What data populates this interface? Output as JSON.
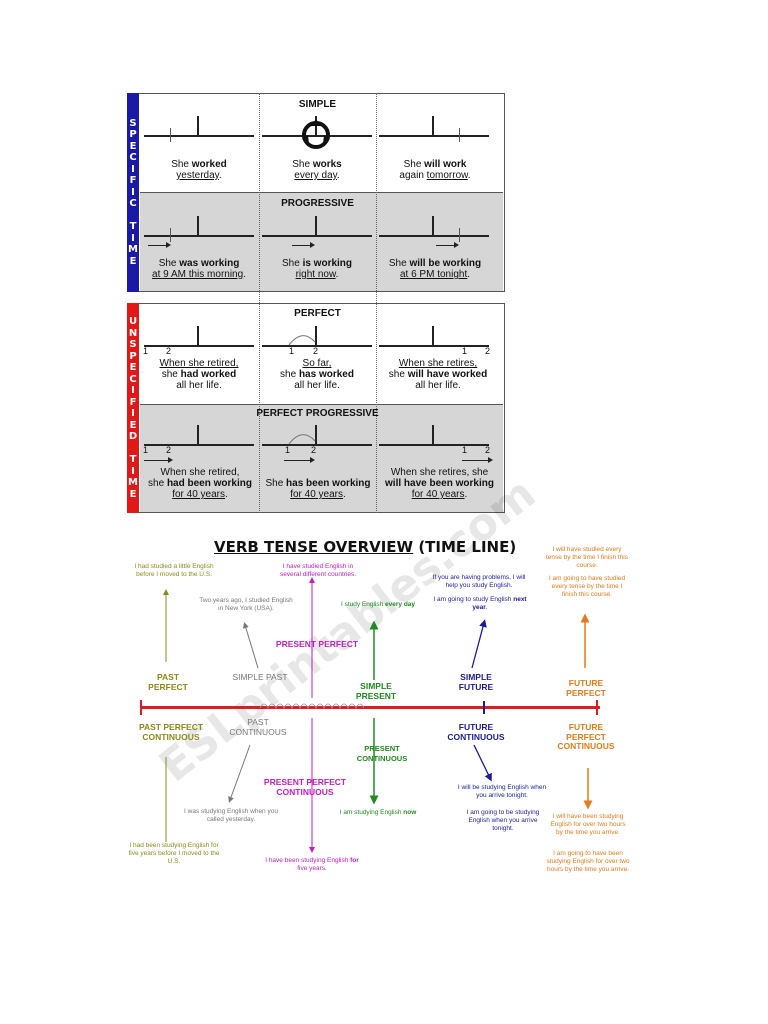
{
  "chart1": {
    "specific_letters": [
      "S",
      "P",
      "E",
      "C",
      "I",
      "F",
      "I",
      "C",
      " ",
      "T",
      "I",
      "M",
      "E"
    ],
    "unspecified_letters": [
      "U",
      "N",
      "S",
      "P",
      "E",
      "C",
      "I",
      "F",
      "I",
      "E",
      "D",
      " ",
      "T",
      "I",
      "M",
      "E"
    ],
    "simple": {
      "label": "SIMPLE",
      "past": {
        "pre": "She ",
        "bold": "worked",
        "line2": "yesterday",
        "end": "."
      },
      "present": {
        "pre": "She ",
        "bold": "works",
        "line2": "every day",
        "end": "."
      },
      "future": {
        "pre": "She ",
        "bold": "will work",
        "line2a": "again ",
        "line2u": "tomorrow",
        "end": "."
      }
    },
    "progressive": {
      "label": "PROGRESSIVE",
      "past": {
        "pre": "She ",
        "bold": "was working",
        "line2": "at 9 AM this morning",
        "end": "."
      },
      "present": {
        "pre": "She ",
        "bold": "is working",
        "line2": "right now",
        "end": "."
      },
      "future": {
        "pre": "She ",
        "bold": "will be working",
        "line2": "at 6 PM tonight",
        "end": "."
      }
    },
    "perfect": {
      "label": "PERFECT",
      "past": {
        "l1": "When she retired,",
        "l2pre": "she ",
        "l2bold": "had worked",
        "l3": "all her life."
      },
      "present": {
        "l1": "So far,",
        "l2pre": "she ",
        "l2bold": "has worked",
        "l3": "all her life."
      },
      "future": {
        "l1": "When she retires,",
        "l2pre": "she ",
        "l2bold": "will have worked",
        "l3": "all her life."
      }
    },
    "perfect_progressive": {
      "label": "PERFECT PROGRESSIVE",
      "past": {
        "l1": "When she retired,",
        "l2pre": "she ",
        "l2bold": "had been working",
        "l3": "for 40 years",
        "end": "."
      },
      "present": {
        "l1pre": "She ",
        "l1bold": "has been working",
        "l2": "for 40 years",
        "end": "."
      },
      "future": {
        "l1": "When she retires, she",
        "l2bold": "will have been working",
        "l3": "for 40 years",
        "end": "."
      }
    },
    "num1": "1",
    "num2": "2"
  },
  "chart2": {
    "title_a": "VERB TENSE OVERVIEW",
    "title_b": " (TIME LINE)",
    "watermark": "ESLprintables.com",
    "colors": {
      "past_perfect": "#8a8a1a",
      "simple_past": "#777777",
      "present_perfect": "#c21ec2",
      "simple_present": "#1f8a1f",
      "simple_future": "#1c1c9c",
      "future_perfect": "#e07c1a",
      "timeline": "#d92020"
    },
    "tenses": {
      "past_perfect": "PAST PERFECT",
      "simple_past": "SIMPLE PAST",
      "present_perfect": "PRESENT PERFECT",
      "simple_present": "SIMPLE PRESENT",
      "simple_future": "SIMPLE FUTURE",
      "future_perfect": "FUTURE PERFECT",
      "past_perfect_continuous": "PAST PERFECT CONTINUOUS",
      "past_continuous": "PAST CONTINUOUS",
      "present_perfect_continuous": "PRESENT PERFECT CONTINUOUS",
      "present_continuous": "PRESENT CONTINUOUS",
      "future_continuous": "FUTURE CONTINUOUS",
      "future_perfect_continuous": "FUTURE PERFECT CONTINUOUS"
    },
    "examples": {
      "past_perfect": "I had studied a little English before I moved to the U.S.",
      "present_perfect": "I have studied English in several different countries.",
      "simple_past": "Two years ago, I studied English in New York (USA).",
      "simple_present_pre": "I study English ",
      "simple_present_bold": "every day",
      "simple_future_1": "If you are having problems, I will help you study English.",
      "simple_future_2_pre": "I am going to study English ",
      "simple_future_2_bold": "next year",
      "simple_future_2_end": ".",
      "future_perfect_1": "I will have studied every tense by the time I finish this course.",
      "future_perfect_2": "I am going to have studied every tense by the time I finish this course.",
      "past_continuous": "I was studying English when you called yesterday.",
      "past_perfect_continuous": "I had been studying English for five years before I moved to the U.S.",
      "present_perfect_continuous_pre": "I have been studying English ",
      "present_perfect_continuous_bold": "for",
      "present_perfect_continuous_end": " five years.",
      "present_continuous_pre": "I am studying English ",
      "present_continuous_bold": "now",
      "future_continuous_1": "I will be studying English when you arrive tonight.",
      "future_continuous_2": "I am going to be studying English when you arrive tonight.",
      "future_perfect_continuous_1": "I will have been studying English for over two hours by the time you arrive.",
      "future_perfect_continuous_2": "I am going to have been studying English for over two hours by the time you arrive."
    }
  }
}
